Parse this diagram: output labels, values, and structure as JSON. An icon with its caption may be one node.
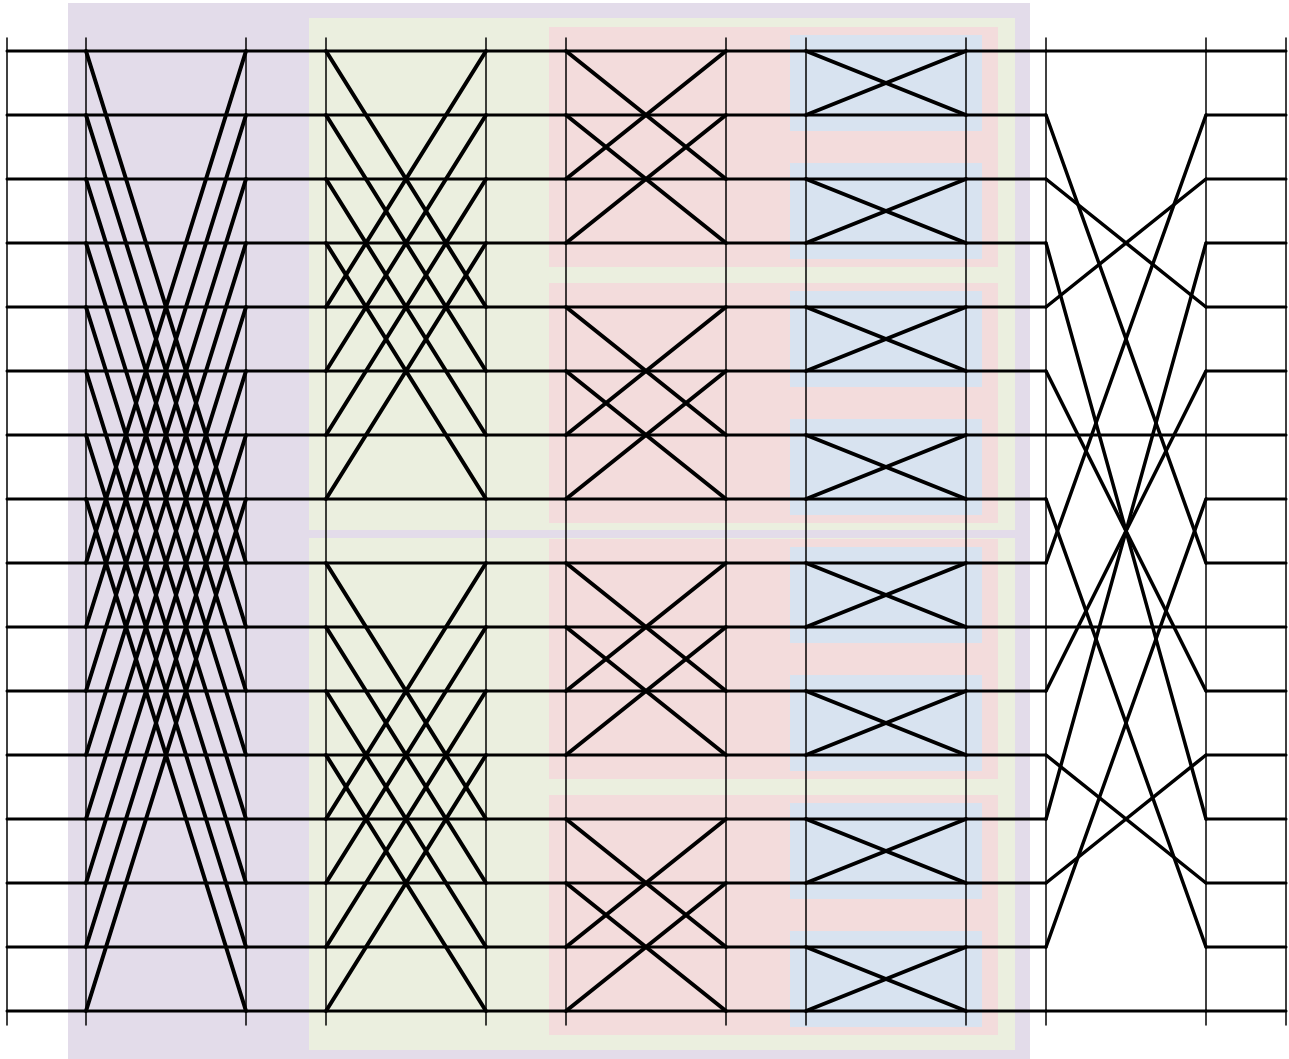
{
  "diagram": {
    "nodes": [
      {
        "text": [],
        "shape": "box"
      },
      {
        "text": [],
        "shape": "box",
        "in": 0
      },
      {
        "text": [],
        "shape": "box",
        "in": 1
      },
      {
        "text": [],
        "shape": "box",
        "in": 2
      },
      {
        "text": [],
        "shape": "box",
        "in": 2
      },
      {
        "text": [],
        "shape": "box",
        "in": 1
      },
      {
        "text": [],
        "shape": "box",
        "in": 5
      },
      {
        "text": [],
        "shape": "box",
        "in": 5
      },
      {
        "text": [],
        "shape": "box",
        "in": 0
      },
      {
        "text": [],
        "shape": "box",
        "in": 8
      },
      {
        "text": [],
        "shape": "box",
        "in": 9
      },
      {
        "text": [],
        "shape": "box",
        "in": 9
      },
      {
        "text": [],
        "shape": "box",
        "in": 8
      },
      {
        "text": [],
        "shape": "box",
        "in": 12
      },
      {
        "text": [],
        "shape": "box",
        "in": 12
      }
    ]
  }
}
